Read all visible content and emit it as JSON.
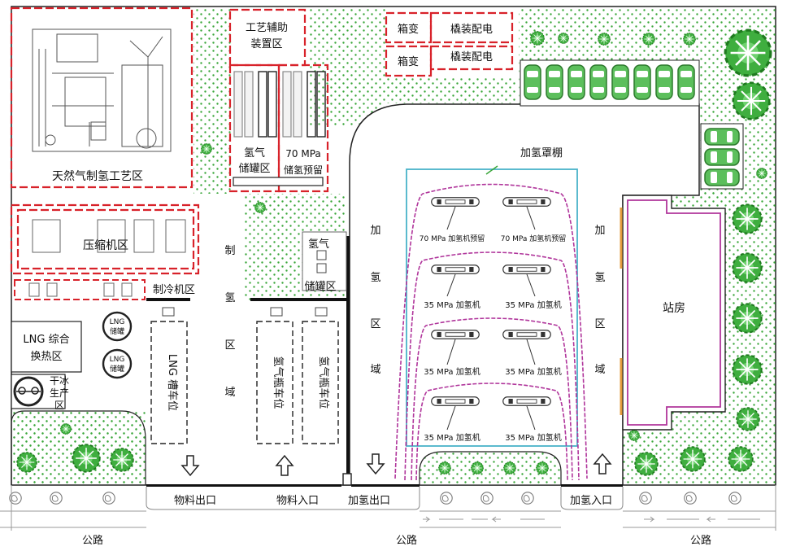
{
  "zones": {
    "gas_reform": "天然气制氢工艺区",
    "process_aux_line1": "工艺辅助",
    "process_aux_line2": "装置区",
    "box_transformer": [
      "箱变",
      "箱变"
    ],
    "skid_power": [
      "橇装配电",
      "橇装配电"
    ],
    "h2_storage_line1": "氢气",
    "h2_storage_line2": "储罐区",
    "mpa70_storage_line1": "70 MPa",
    "mpa70_storage_line2": "储氢预留",
    "compressor": "压缩机区",
    "refrigeration": "制冷机区",
    "h2_storage2_line1": "氢气",
    "h2_storage2_line2": "储罐区",
    "lng_heat_line1": "LNG 综合",
    "lng_heat_line2": "换热区",
    "lng_tank_line1": "LNG",
    "lng_tank_line2": "储罐",
    "dry_ice": [
      "干冰",
      "生产",
      "区"
    ],
    "lng_truck": "LNG 槽车位",
    "h2_cylinder_truck": [
      "氢气瓶车位",
      "氢气瓶车位"
    ],
    "production_area": [
      "制",
      "氢",
      "区",
      "域"
    ],
    "refuel_area_left": [
      "加",
      "氢",
      "区",
      "域"
    ],
    "refuel_area_right": [
      "加",
      "氢",
      "区",
      "域"
    ],
    "canopy": "加氢罩棚",
    "station_house": "站房"
  },
  "dispensers": [
    "70 MPa 加氢机预留",
    "70 MPa 加氢机预留",
    "35 MPa 加氢机",
    "35 MPa 加氢机",
    "35 MPa 加氢机",
    "35 MPa 加氢机",
    "35 MPa 加氢机",
    "35 MPa 加氢机"
  ],
  "gates": {
    "material_exit": "物料出口",
    "material_entry": "物料入口",
    "h2_exit": "加氢出口",
    "h2_entry": "加氢入口"
  },
  "roads": [
    "公路",
    "公路",
    "公路"
  ],
  "colors": {
    "red_zone": "#d8222a",
    "green_dot": "#3aa63a",
    "canopy": "#49b3c9",
    "lane": "#b0359b",
    "wall": "#111111"
  }
}
